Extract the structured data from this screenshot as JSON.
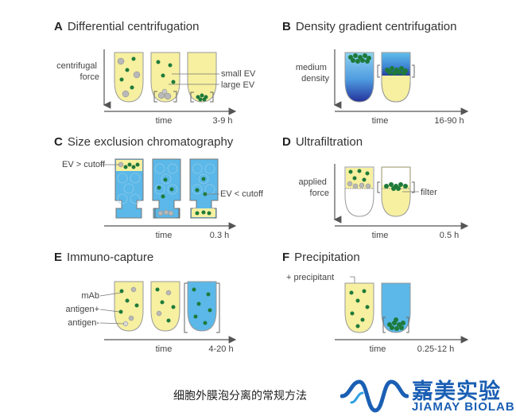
{
  "panels": {
    "A": {
      "letter": "A",
      "title": "Differential centrifugation",
      "axis_label": "centrifugal\nforce",
      "ann_small": "small EV",
      "ann_large": "large EV",
      "time": "time",
      "duration": "3-9 h"
    },
    "B": {
      "letter": "B",
      "title": "Density gradient centrifugation",
      "axis_label": "medium\ndensity",
      "time": "time",
      "duration": "16-90 h"
    },
    "C": {
      "letter": "C",
      "title": "Size exclusion chromatography",
      "ann_gt": "EV > cutoff",
      "ann_lt": "EV < cutoff",
      "time": "time",
      "duration": "0.3 h"
    },
    "D": {
      "letter": "D",
      "title": "Ultrafiltration",
      "axis_label": "applied\nforce",
      "ann_filter": "filter",
      "time": "time",
      "duration": "0.5 h"
    },
    "E": {
      "letter": "E",
      "title": "Immuno-capture",
      "ann_mab": "mAb",
      "ann_pos": "antigen+",
      "ann_neg": "antigen-",
      "time": "time",
      "duration": "4-20 h"
    },
    "F": {
      "letter": "F",
      "title": "Precipitation",
      "ann_precip": "+ precipitant",
      "time": "time",
      "duration": "0.25-12 h"
    }
  },
  "caption": "细胞外膜泡分离的常规方法",
  "logo": {
    "cn": "嘉美实验",
    "en": "JIAMAY BIOLAB"
  },
  "colors": {
    "yellow": "#f6f0a0",
    "blue": "#5bb8e8",
    "dark_blue": "#2a4aa8",
    "green": "#1e7a3a",
    "grey": "#b8b8b8"
  }
}
